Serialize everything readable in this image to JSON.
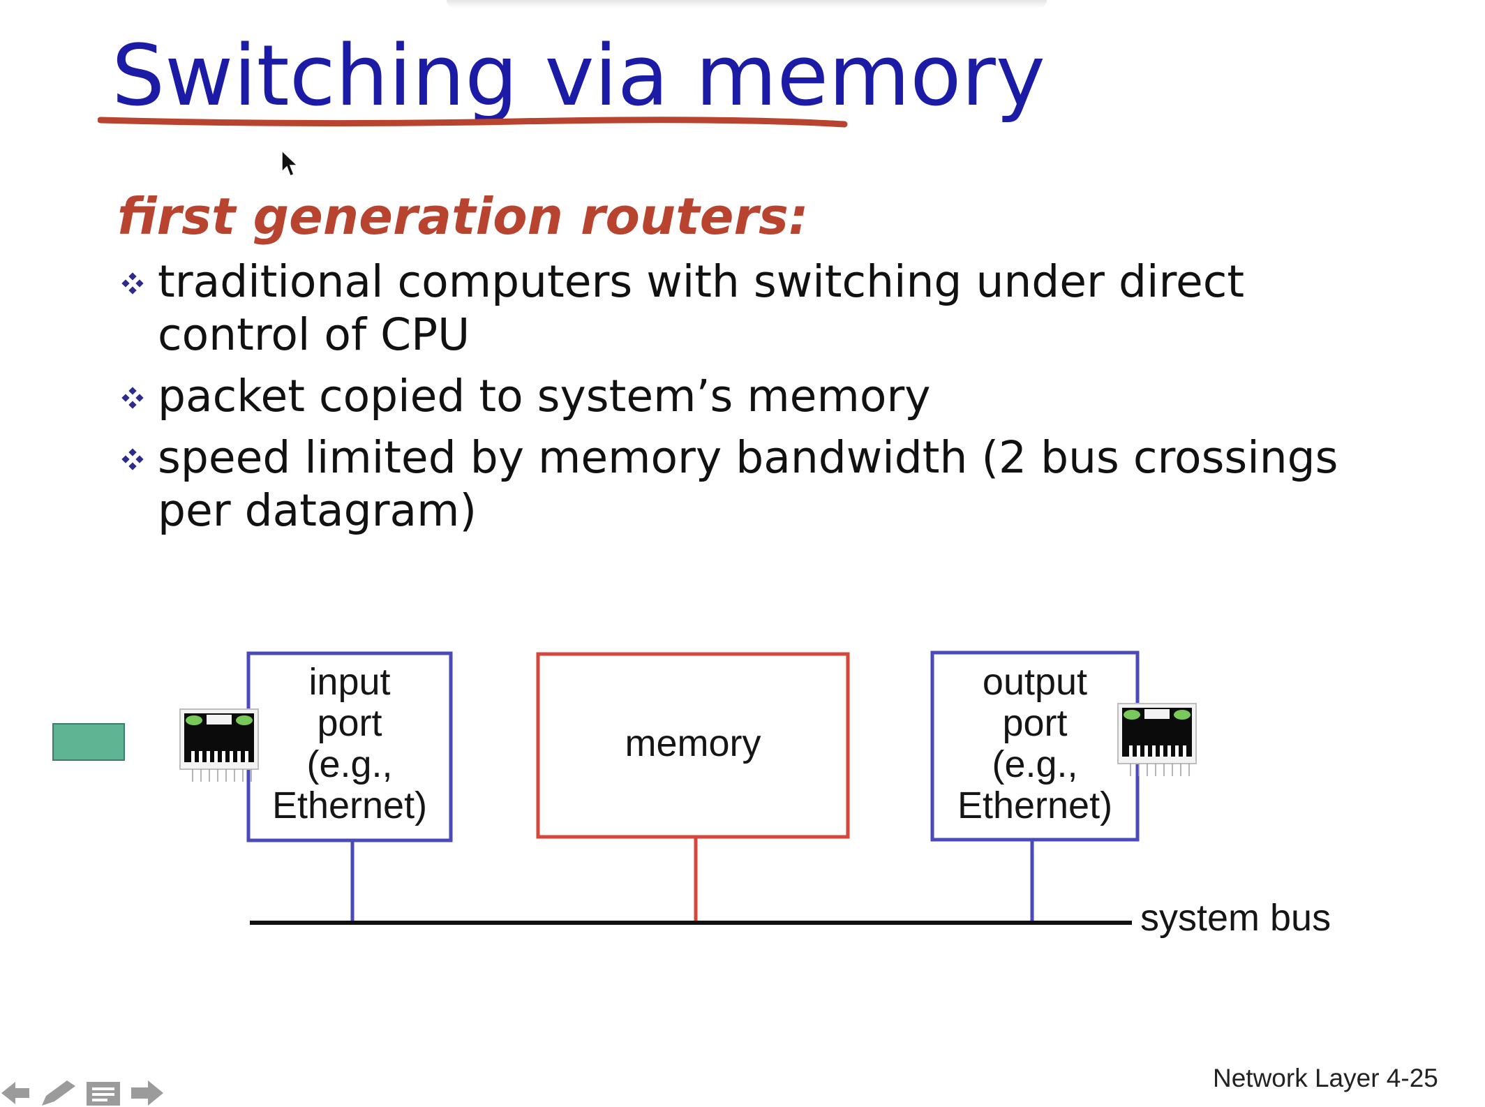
{
  "slide": {
    "title": "Switching via memory",
    "subtitle": "first generation routers:",
    "bullets": [
      "traditional computers with switching under direct control of CPU",
      "packet copied to system’s memory",
      " speed limited by memory bandwidth (2 bus crossings per datagram)"
    ],
    "footer": "Network Layer  4-25"
  },
  "diagram": {
    "input_port": [
      "input",
      "port",
      "(e.g.,",
      "Ethernet)"
    ],
    "memory": "memory",
    "output_port": [
      "output",
      "port",
      "(e.g.,",
      "Ethernet)"
    ],
    "bus_label": "system bus"
  },
  "colors": {
    "title": "#1b1ba6",
    "underline": "#b8432f",
    "subtitle": "#b8432f",
    "bullet_marker": "#2c2c8c",
    "port_box": "#4a4aba",
    "memory_box": "#d6463a",
    "packet": "#5fb493"
  },
  "controls": {
    "icons": [
      "arrow-left-icon",
      "pencil-icon",
      "menu-icon",
      "arrow-right-icon"
    ]
  }
}
